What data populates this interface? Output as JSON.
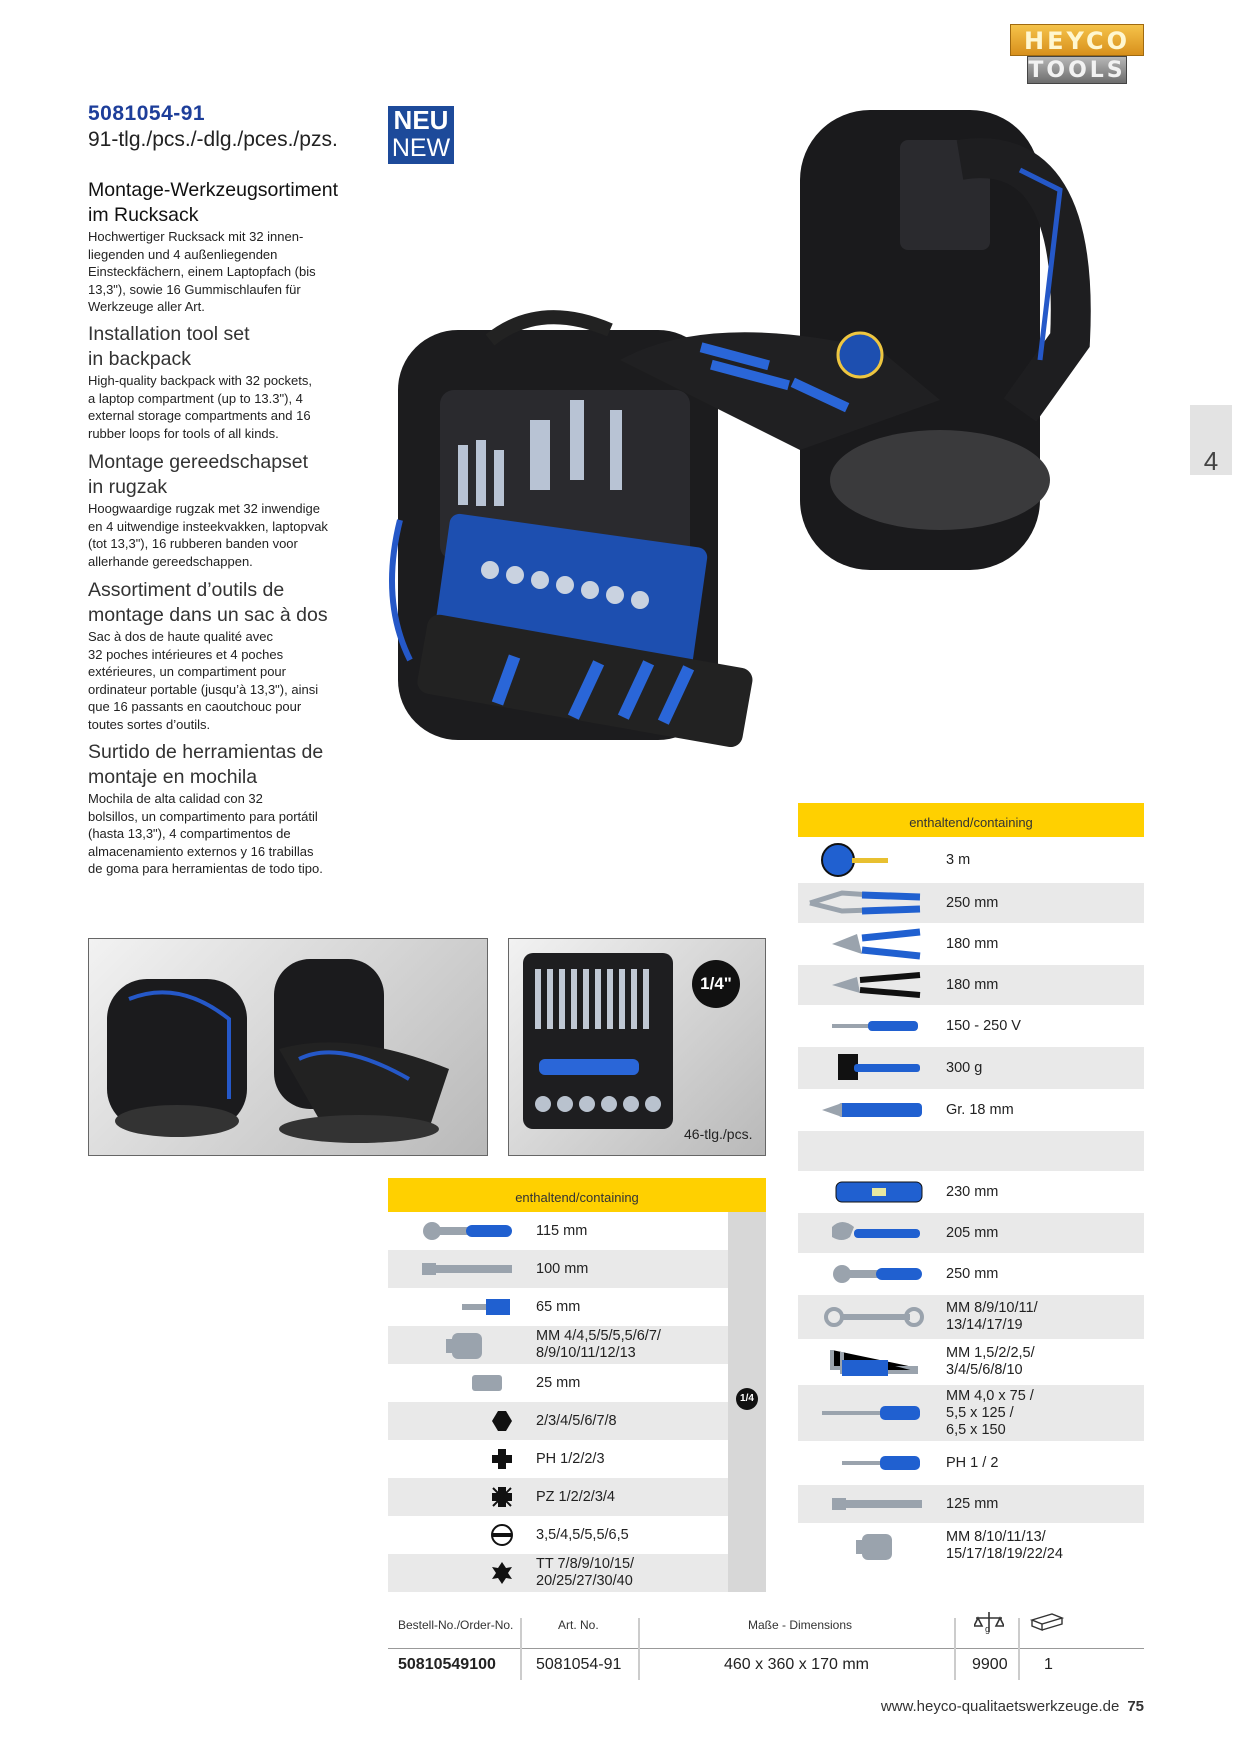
{
  "logo": {
    "top": "HEYCO",
    "bottom": "TOOLS"
  },
  "header": {
    "article": "5081054-91",
    "pieces": "91-tlg./pcs./-dlg./pces./pzs.",
    "badge_top": "NEU",
    "badge_bottom": "NEW"
  },
  "descriptions": [
    {
      "title": "Montage-Werkzeugsortiment\nim Rucksack",
      "text": "Hochwertiger Rucksack mit 32 innen-\nliegenden und 4 außenliegenden\nEinsteckfächern, einem Laptopfach (bis\n13,3\"), sowie 16 Gummischlaufen für\nWerkzeuge aller Art."
    },
    {
      "title": "Installation tool set\nin backpack",
      "text": "High-quality backpack with 32 pockets,\na laptop compartment (up to 13.3\"), 4\nexternal storage compartments and 16\nrubber loops  for tools of all kinds."
    },
    {
      "title": "Montage gereedschapset\nin rugzak",
      "text": "Hoogwaardige rugzak met 32 inwendige\nen 4 uitwendige insteekvakken, laptopvak\n(tot 13,3\"), 16 rubberen banden voor\nallerhande gereedschappen."
    },
    {
      "title": "Assortiment d’outils de\nmontage dans un sac à dos",
      "text": "Sac à dos de haute qualité avec\n32 poches intérieures et 4 poches\nextérieures, un compartiment pour\nordinateur portable (jusqu’à 13,3\"), ainsi\nque 16 passants en caoutchouc pour\ntoutes sortes d’outils."
    },
    {
      "title": "Surtido de herramientas de\nmontaje en mochila",
      "text": "Mochila de alta calidad con 32\nbolsillos, un compartimento para portátil\n(hasta 13,3\"), 4 compartimentos de\nalmacenamiento externos y 16 trabillas\nde goma para herramientas de todo tipo."
    }
  ],
  "chapter_tab": "4",
  "socket_box": {
    "drive": "1/4\"",
    "pieces": "46-tlg./pcs."
  },
  "right_table": {
    "header": "enthaltend/containing",
    "rows": [
      {
        "icon": "tape-measure-icon",
        "text": "3 m",
        "shade": false
      },
      {
        "icon": "water-pump-pliers-icon",
        "text": "250 mm",
        "shade": true
      },
      {
        "icon": "combination-pliers-icon",
        "text": "180 mm",
        "shade": false
      },
      {
        "icon": "side-cutter-icon",
        "text": "180 mm",
        "shade": true
      },
      {
        "icon": "voltage-tester-icon",
        "text": "150 - 250 V",
        "shade": false
      },
      {
        "icon": "hammer-icon",
        "text": "300 g",
        "shade": true
      },
      {
        "icon": "cutter-knife-icon",
        "text": "Gr. 18 mm",
        "shade": false
      },
      {
        "icon": "",
        "text": "",
        "shade": true
      },
      {
        "icon": "spirit-level-icon",
        "text": "230 mm",
        "shade": false
      },
      {
        "icon": "adjustable-wrench-icon",
        "text": "205 mm",
        "shade": true
      },
      {
        "icon": "ratchet-icon",
        "text": "250 mm",
        "shade": false
      },
      {
        "icon": "combination-wrench-icon",
        "text": "MM 8/9/10/11/\n13/14/17/19",
        "shade": true
      },
      {
        "icon": "hex-key-set-icon",
        "text": "MM 1,5/2/2,5/\n3/4/5/6/8/10",
        "shade": false
      },
      {
        "icon": "slotted-screwdriver-icon",
        "text": "MM 4,0 x 75 /\n5,5 x 125 /\n6,5 x 150",
        "shade": true
      },
      {
        "icon": "phillips-screwdriver-icon",
        "text": "PH 1 / 2",
        "shade": false
      },
      {
        "icon": "extension-bar-icon",
        "text": "125 mm",
        "shade": true
      },
      {
        "icon": "socket-icon",
        "text": "MM 8/10/11/13/\n15/17/18/19/22/24",
        "shade": false
      }
    ]
  },
  "left_table": {
    "header": "enthaltend/containing",
    "drive": "1/4",
    "rows": [
      {
        "icon": "ratchet-icon",
        "text": "115 mm",
        "shade": false
      },
      {
        "icon": "extension-bar-icon",
        "text": "100 mm",
        "shade": true
      },
      {
        "icon": "bit-holder-icon",
        "text": " 65 mm",
        "shade": false
      },
      {
        "icon": "socket-icon",
        "text": "MM 4/4,5/5/5,5/6/7/\n8/9/10/11/12/13",
        "shade": true
      },
      {
        "icon": "bit-icon",
        "text": "25 mm",
        "shade": false
      },
      {
        "icon": "hex-bit-icon",
        "text": "2/3/4/5/6/7/8",
        "shade": true
      },
      {
        "icon": "phillips-bit-icon",
        "text": "PH 1/2/2/3",
        "shade": false
      },
      {
        "icon": "pozidriv-bit-icon",
        "text": "PZ 1/2/2/3/4",
        "shade": true
      },
      {
        "icon": "slotted-bit-icon",
        "text": "3,5/4,5/5,5/6,5",
        "shade": false
      },
      {
        "icon": "torx-bit-icon",
        "text": "TT 7/8/9/10/15/\n20/25/27/30/40",
        "shade": true
      }
    ]
  },
  "footer": {
    "headers": {
      "order": "Bestell-No./Order-No.",
      "art": "Art. No.",
      "dims": "Maße - Dimensions",
      "weight": "g",
      "pack": ""
    },
    "values": {
      "order": "50810549100",
      "art": "5081054-91",
      "dims": "460 x 360 x 170 mm",
      "weight": "9900",
      "pack": "1"
    }
  },
  "page": {
    "url": "www.heyco-qualitaetswerkzeuge.de",
    "number": "75"
  },
  "colors": {
    "accent_blue": "#1d3e9a",
    "header_yellow": "#ffd000",
    "row_shade": "#e9e9e9",
    "tool_blue": "#2060d0"
  }
}
